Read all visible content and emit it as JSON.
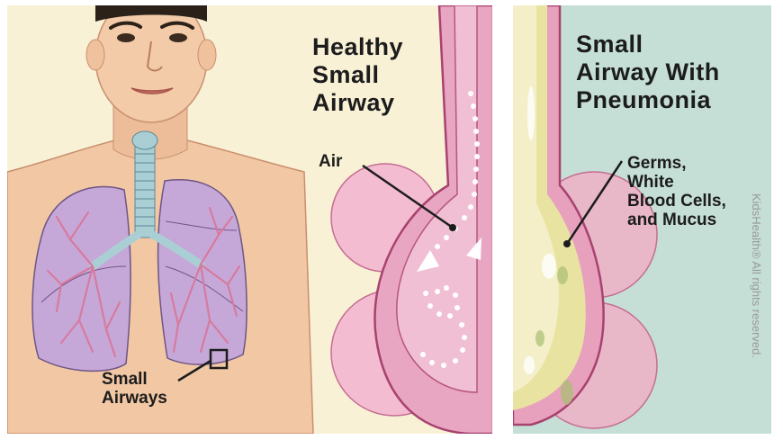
{
  "panels": {
    "left": {
      "title": "Healthy\nSmall\nAirway",
      "air_label": "Air",
      "small_airways_label": "Small\nAirways"
    },
    "right": {
      "title": "Small\nAirway With\nPneumonia",
      "germs_label": "Germs,\nWhite\nBlood Cells,\nand Mucus"
    }
  },
  "credit": "KidsHealth® All rights reserved.",
  "colors": {
    "left_background": "#f9f1d6",
    "right_background": "#c5dfd6",
    "skin": "#f1c7a4",
    "lungs": "#c6a8d8",
    "airway_pink": "#e8a6c2",
    "alveoli_pink": "#f2b6cb",
    "trachea_blue": "#a9cfd5",
    "mucus_yellow": "#e9e3a2"
  }
}
